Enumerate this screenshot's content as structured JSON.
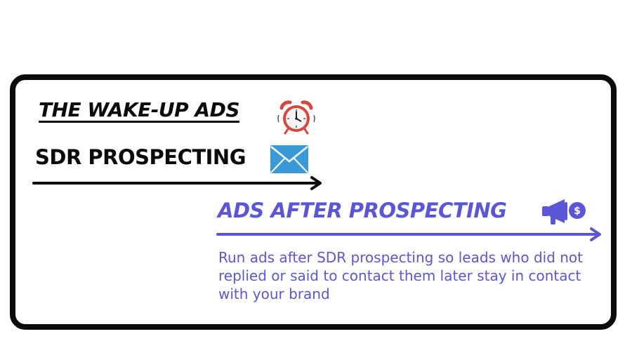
{
  "title": "THE WAKE-UP ADS",
  "steps": [
    {
      "label": "SDR PROSPECTING",
      "icon": "envelope-icon"
    },
    {
      "label": "ADS AFTER PROSPECTING",
      "icon": "megaphone-dollar-icon"
    }
  ],
  "title_icon": "alarm-clock-icon",
  "description": "Run ads after SDR prospecting so leads who did not replied or said to contact them later stay in contact with your brand",
  "colors": {
    "black": "#0b0b0b",
    "accent": "#5a56d6",
    "clock_red": "#d9463e",
    "mail_blue": "#3a9ad9"
  }
}
